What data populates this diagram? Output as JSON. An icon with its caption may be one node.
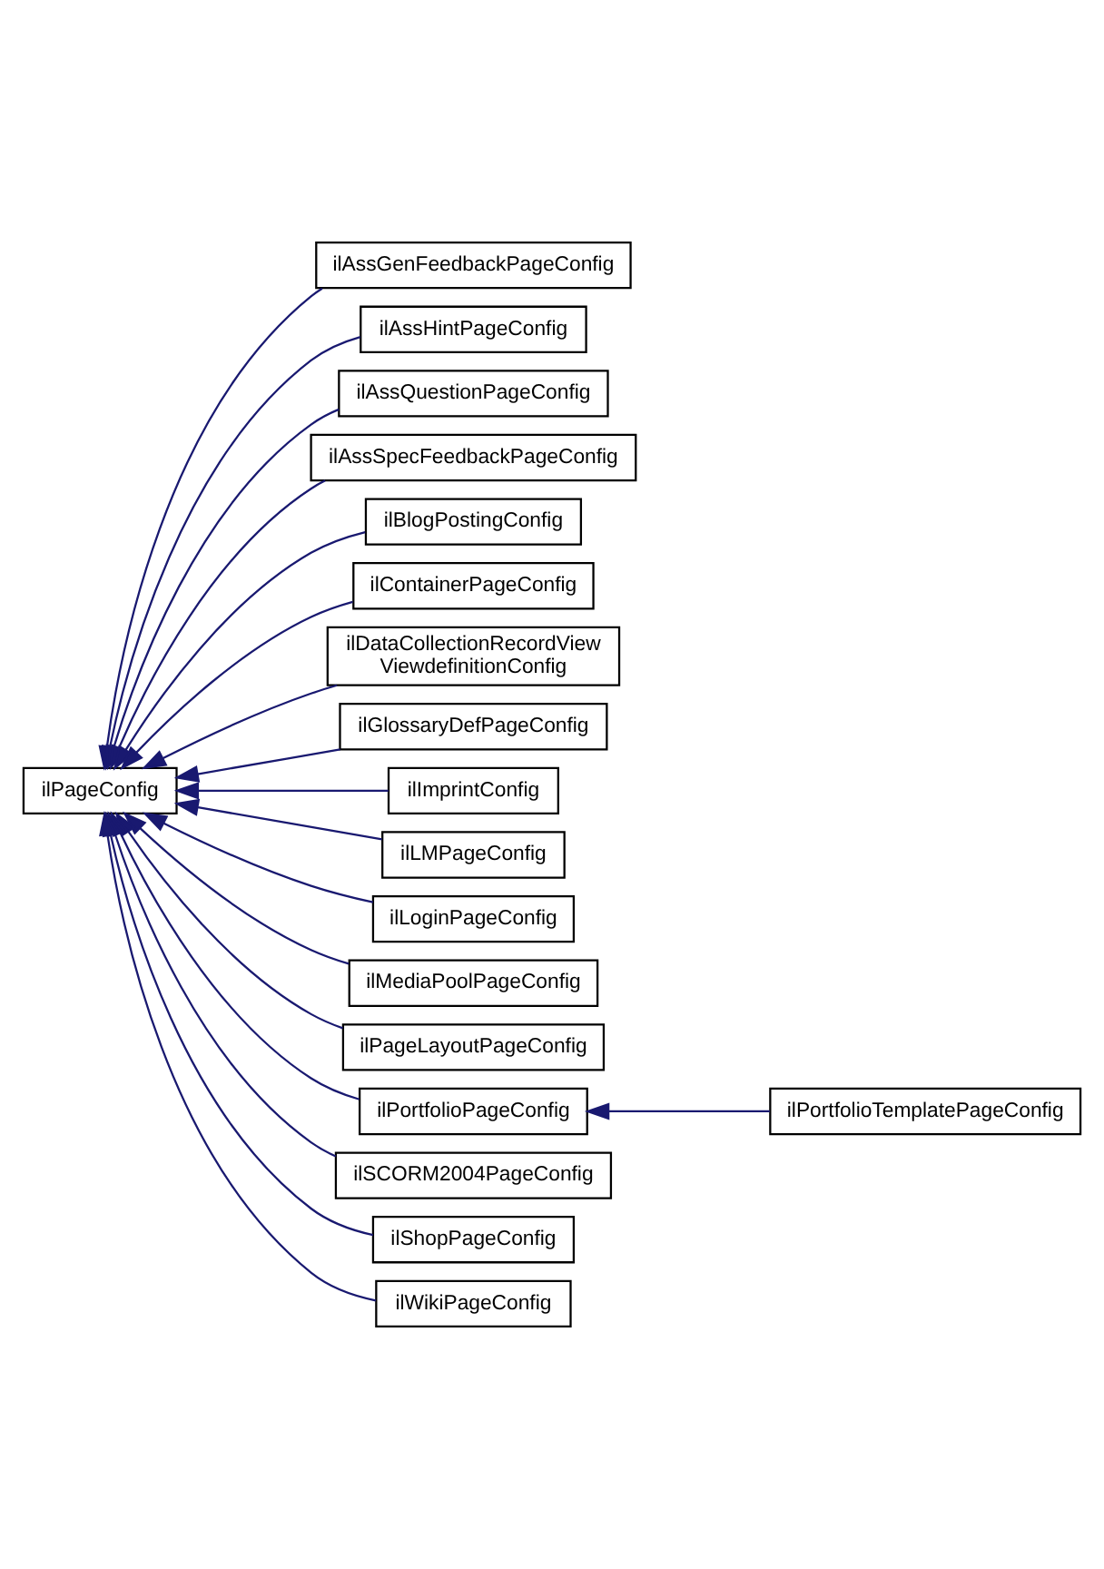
{
  "diagram": {
    "nodes": [
      {
        "text": [
          "ilPageConfig"
        ]
      },
      {
        "text": [
          "ilAssGenFeedbackPageConfig"
        ]
      },
      {
        "text": [
          "ilAssHintPageConfig"
        ]
      },
      {
        "text": [
          "ilAssQuestionPageConfig"
        ]
      },
      {
        "text": [
          "ilAssSpecFeedbackPageConfig"
        ]
      },
      {
        "text": [
          "ilBlogPostingConfig"
        ]
      },
      {
        "text": [
          "ilContainerPageConfig"
        ]
      },
      {
        "text": [
          "ilDataCollectionRecordView ViewdefinitionConfig"
        ]
      },
      {
        "text": [
          "ilGlossaryDefPageConfig"
        ]
      },
      {
        "text": [
          "ilImprintConfig"
        ]
      },
      {
        "text": [
          "ilLMPageConfig"
        ]
      },
      {
        "text": [
          "ilLoginPageConfig"
        ]
      },
      {
        "text": [
          "ilMediaPoolPageConfig"
        ]
      },
      {
        "text": [
          "ilPageLayoutPageConfig"
        ]
      },
      {
        "text": [
          "ilPortfolioPageConfig"
        ]
      },
      {
        "text": [
          "ilPortfolioTemplatePageConfig"
        ]
      },
      {
        "text": [
          "ilSCORM2004PageConfig"
        ]
      },
      {
        "text": [
          "ilShopPageConfig"
        ]
      },
      {
        "text": [
          "ilWikiPageConfig"
        ]
      }
    ],
    "edges": [
      {
        "from": 1,
        "to": 0,
        "arrow": "to"
      },
      {
        "from": 2,
        "to": 0,
        "arrow": "to"
      },
      {
        "from": 3,
        "to": 0,
        "arrow": "to"
      },
      {
        "from": 4,
        "to": 0,
        "arrow": "to"
      },
      {
        "from": 5,
        "to": 0,
        "arrow": "to"
      },
      {
        "from": 6,
        "to": 0,
        "arrow": "to"
      },
      {
        "from": 7,
        "to": 0,
        "arrow": "to"
      },
      {
        "from": 8,
        "to": 0,
        "arrow": "to"
      },
      {
        "from": 9,
        "to": 0,
        "arrow": "to"
      },
      {
        "from": 10,
        "to": 0,
        "arrow": "to"
      },
      {
        "from": 11,
        "to": 0,
        "arrow": "to"
      },
      {
        "from": 12,
        "to": 0,
        "arrow": "to"
      },
      {
        "from": 13,
        "to": 0,
        "arrow": "to"
      },
      {
        "from": 14,
        "to": 0,
        "arrow": "to"
      },
      {
        "from": 15,
        "to": 14,
        "arrow": "to"
      },
      {
        "from": 16,
        "to": 0,
        "arrow": "to"
      },
      {
        "from": 17,
        "to": 0,
        "arrow": "to"
      },
      {
        "from": 18,
        "to": 0,
        "arrow": "to"
      }
    ]
  }
}
